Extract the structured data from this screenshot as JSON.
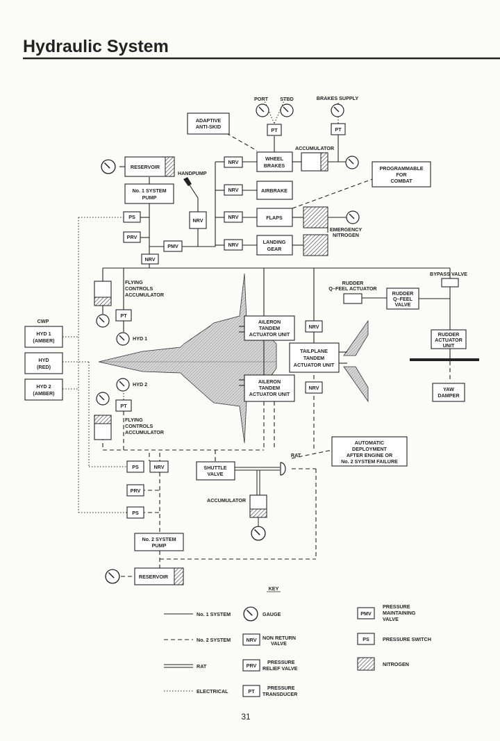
{
  "title": "Hydraulic System",
  "page_number": "31",
  "labels": {
    "port": "PORT",
    "stbd": "STBD",
    "brakes_supply": "BRAKES SUPPLY",
    "adaptive": [
      "ADAPTIVE",
      "ANTI-SKID"
    ],
    "accumulator": "ACCUMULATOR",
    "wheel_brakes": [
      "WHEEL",
      "BRAKES"
    ],
    "programmable": [
      "PROGRAMMABLE",
      "FOR",
      "COMBAT"
    ],
    "reservoir": "RESERVOIR",
    "handpump": "HANDPUMP",
    "airbrake": "AIRBRAKE",
    "no1_pump": [
      "No. 1 SYSTEM",
      "PUMP"
    ],
    "flaps": "FLAPS",
    "emergency_nitrogen": [
      "EMERGENCY",
      "NITROGEN"
    ],
    "landing_gear": [
      "LANDING",
      "GEAR"
    ],
    "ps": "PS",
    "prv": "PRV",
    "pmv": "PMV",
    "nrv": "NRV",
    "pt": "PT",
    "bypass_valve": "BYPASS VALVE",
    "flying_controls_accumulator": [
      "FLYING",
      "CONTROLS",
      "ACCUMULATOR"
    ],
    "rudder_qfeel_actuator": [
      "RUDDER",
      "Q–FEEL ACTUATOR"
    ],
    "rudder_qfeel_valve": [
      "RUDDER",
      "Q–FEEL",
      "VALVE"
    ],
    "cwp": "CWP",
    "hyd1_amber": [
      "HYD 1",
      "(AMBER)"
    ],
    "hyd_red": [
      "HYD",
      "(RED)"
    ],
    "hyd2_amber": [
      "HYD 2",
      "(AMBER)"
    ],
    "hyd1": "HYD 1",
    "hyd2": "HYD 2",
    "aileron_tandem_actuator_unit": [
      "AILERON",
      "TANDEM",
      "ACTUATOR UNIT"
    ],
    "tailplane_tandem_actuator_unit": [
      "TAILPLANE",
      "TANDEM",
      "ACTUATOR UNIT"
    ],
    "rudder_actuator_unit": [
      "RUDDER",
      "ACTUATOR",
      "UNIT"
    ],
    "yaw_damper": [
      "YAW",
      "DAMPER"
    ],
    "automatic_deployment": [
      "AUTOMATIC",
      "DEPLOYMENT",
      "AFTER ENGINE OR",
      "No. 2 SYSTEM FAILURE"
    ],
    "rat": "RAT",
    "shuttle_valve": [
      "SHUTTLE",
      "VALVE"
    ],
    "no2_pump": [
      "No. 2 SYSTEM",
      "PUMP"
    ]
  },
  "key": {
    "heading": "KEY",
    "no1_system": "No. 1 SYSTEM",
    "no2_system": "No. 2 SYSTEM",
    "rat": "RAT",
    "electrical": "ELECTRICAL",
    "gauge": "GAUGE",
    "nrv": "NRV",
    "non_return_valve": [
      "NON RETURN",
      "VALVE"
    ],
    "prv": "PRV",
    "pressure_relief_valve": [
      "PRESSURE",
      "RELIEF VALVE"
    ],
    "pt": "PT",
    "pressure_transducer": [
      "PRESSURE",
      "TRANSDUCER"
    ],
    "pmv": "PMV",
    "pressure_maintaining_valve": [
      "PRESSURE",
      "MAINTAINING",
      "VALVE"
    ],
    "ps": "PS",
    "pressure_switch": "PRESSURE SWITCH",
    "nitrogen": "NITROGEN"
  }
}
